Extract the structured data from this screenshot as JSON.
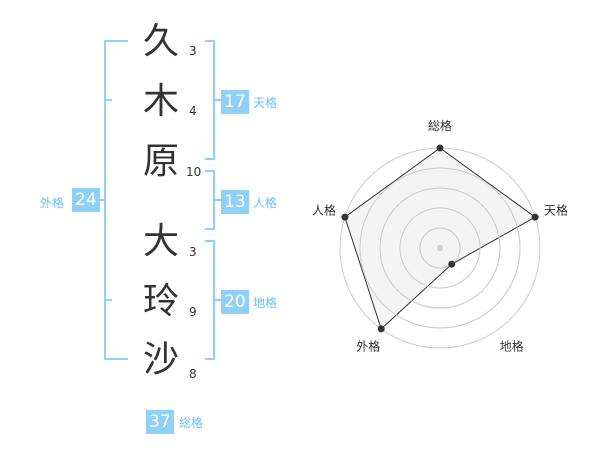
{
  "surname": [
    {
      "char": "久",
      "strokes": "3"
    },
    {
      "char": "木",
      "strokes": "4"
    },
    {
      "char": "原",
      "strokes": "10"
    }
  ],
  "given": [
    {
      "char": "大",
      "strokes": "3"
    },
    {
      "char": "玲",
      "strokes": "9"
    },
    {
      "char": "沙",
      "strokes": "8"
    }
  ],
  "fortune": {
    "tenkaku": {
      "value": "17",
      "label": "天格"
    },
    "jinkaku": {
      "value": "13",
      "label": "人格"
    },
    "chikaku": {
      "value": "20",
      "label": "地格"
    },
    "gaikaku": {
      "value": "24",
      "label": "外格"
    },
    "soukaku": {
      "value": "37",
      "label": "総格"
    }
  },
  "radar": {
    "axes": [
      "総格",
      "天格",
      "地格",
      "外格",
      "人格"
    ],
    "values": [
      5,
      5,
      1,
      5,
      5
    ],
    "max": 5,
    "colors": {
      "fill": "#f2f2f2",
      "line": "#333333",
      "grid": "#cccccc",
      "point": "#333333"
    }
  }
}
